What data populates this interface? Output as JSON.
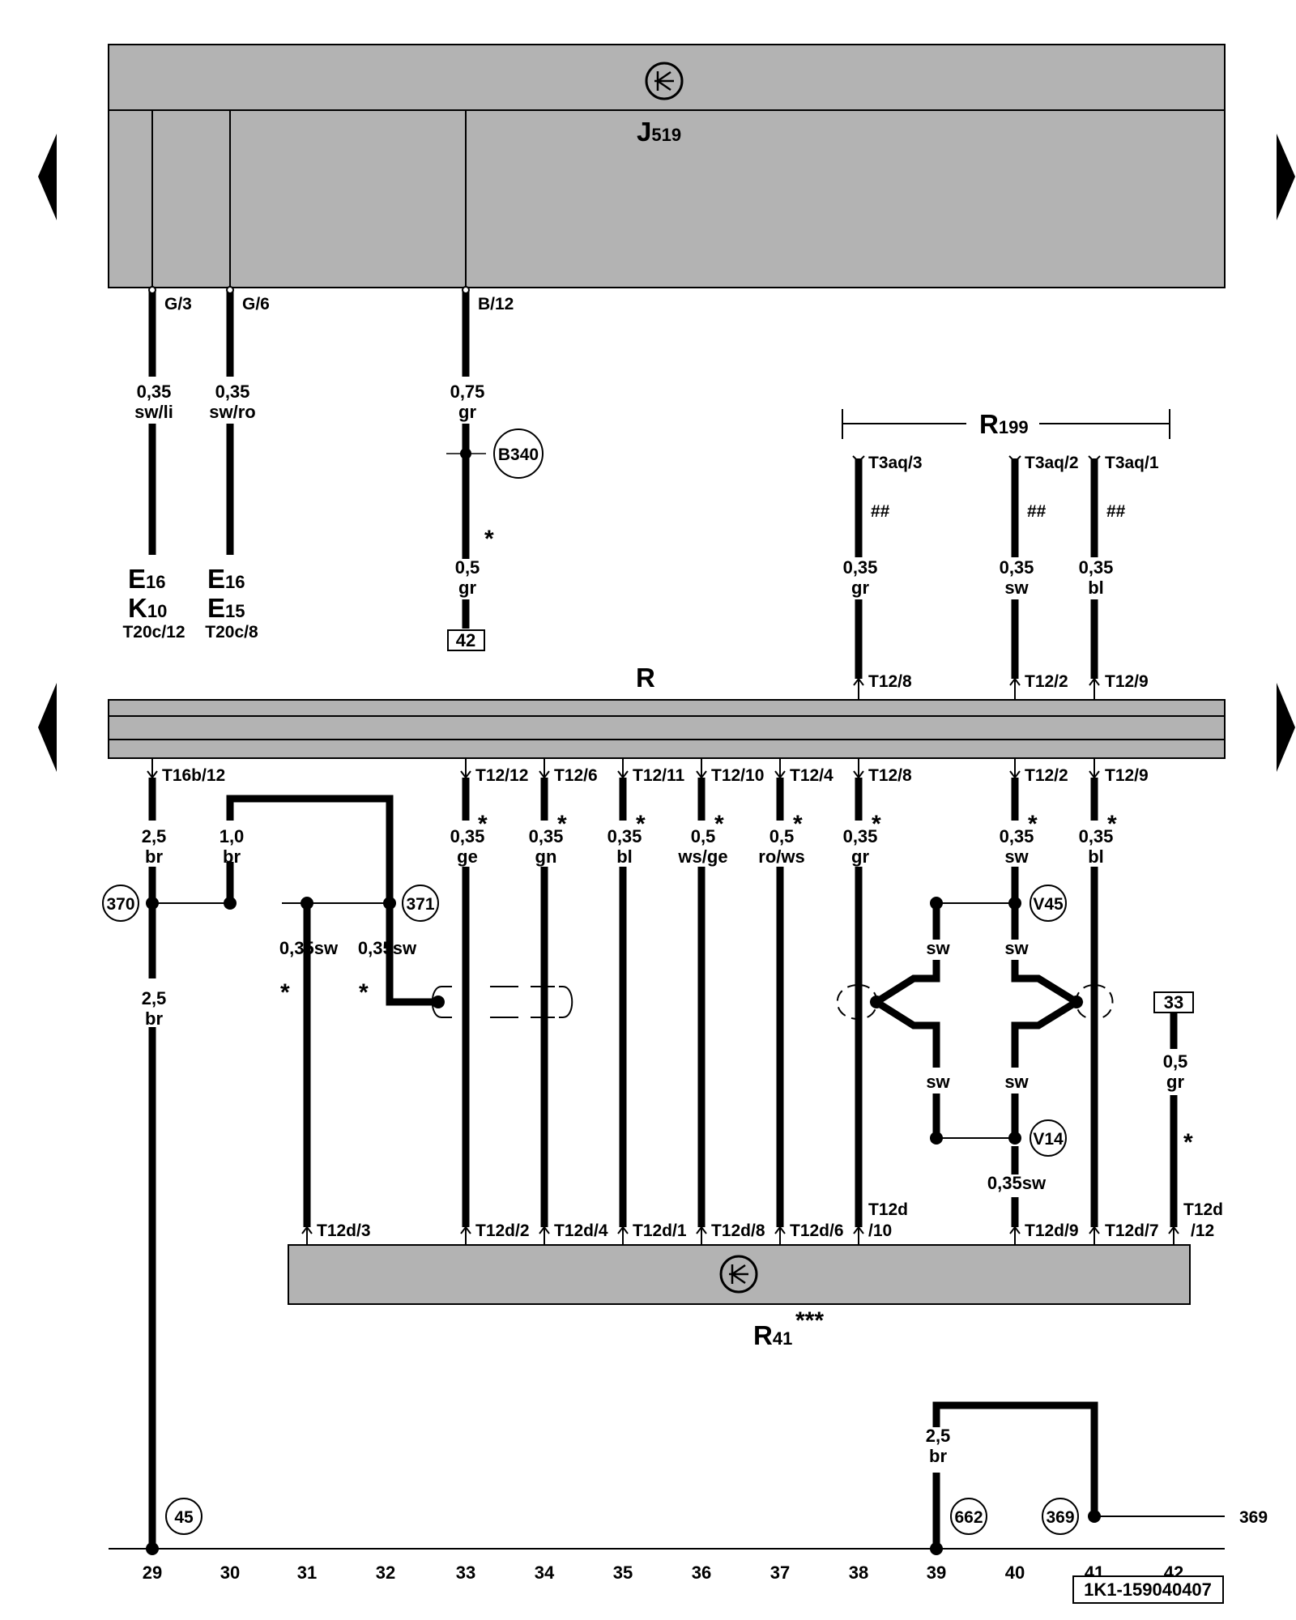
{
  "components": {
    "j519": {
      "letter": "J",
      "num": "519"
    },
    "r199": {
      "letter": "R",
      "num": "199"
    },
    "r": "R",
    "r41": {
      "letter": "R",
      "num": "41",
      "sup": "***"
    }
  },
  "pins": {
    "g3": "G/3",
    "g6": "G/6",
    "b12": "B/12",
    "t3aq3": "T3aq/3",
    "t3aq2": "T3aq/2",
    "t3aq1": "T3aq/1",
    "t12_8": "T12/8",
    "t12_2": "T12/2",
    "t12_9": "T12/9",
    "t16b12": "T16b/12",
    "t12_12": "T12/12",
    "t12_6": "T12/6",
    "t12_11": "T12/11",
    "t12_10": "T12/10",
    "t12_4": "T12/4",
    "t12_8b": "T12/8",
    "t12_2b": "T12/2",
    "t12_9b": "T12/9",
    "t12d3": "T12d/3",
    "t12d2": "T12d/2",
    "t12d4": "T12d/4",
    "t12d1": "T12d/1",
    "t12d8": "T12d/8",
    "t12d6": "T12d/6",
    "t12d10a": "T12d",
    "t12d10b": "/10",
    "t12d9": "T12d/9",
    "t12d7": "T12d/7",
    "t12d12a": "T12d",
    "t12d12b": "/12"
  },
  "wires": {
    "w29t": [
      "0,35",
      "sw/li"
    ],
    "w30t": [
      "0,35",
      "sw/ro"
    ],
    "w33t": [
      "0,75",
      "gr"
    ],
    "w33m": [
      "0,5",
      "gr"
    ],
    "w38t": [
      "0,35",
      "gr"
    ],
    "w40t": [
      "0,35",
      "sw"
    ],
    "w41t": [
      "0,35",
      "bl"
    ],
    "w29b": [
      "2,5",
      "br"
    ],
    "w30b": [
      "1,0",
      "br"
    ],
    "w33b": [
      "0,35",
      "ge"
    ],
    "w34b": [
      "0,35",
      "gn"
    ],
    "w35b": [
      "0,35",
      "bl"
    ],
    "w36b": [
      "0,5",
      "ws/ge"
    ],
    "w37b": [
      "0,5",
      "ro/ws"
    ],
    "w38b": [
      "0,35",
      "gr"
    ],
    "w40b": [
      "0,35",
      "sw"
    ],
    "w41b": [
      "0,35",
      "bl"
    ],
    "w29c": [
      "2,5",
      "br"
    ],
    "w31": "0,35sw",
    "w32": "0,35sw",
    "w42": [
      "0,5",
      "gr"
    ],
    "w39": [
      "2,5",
      "br"
    ],
    "w40v": "0,35sw",
    "sw": "sw"
  },
  "targets": {
    "e16a": {
      "letter": "E",
      "num": "16"
    },
    "k10": {
      "letter": "K",
      "num": "10"
    },
    "t20c12": "T20c/12",
    "e16b": {
      "letter": "E",
      "num": "16"
    },
    "e15": {
      "letter": "E",
      "num": "15"
    },
    "t20c8": "T20c/8"
  },
  "nodes": {
    "b340": "B340",
    "n370": "370",
    "n371": "371",
    "v45": "V45",
    "v14": "V14",
    "n45": "45",
    "n662": "662",
    "n369": "369",
    "ref369": "369"
  },
  "boxes": {
    "b42": "42",
    "b33": "33"
  },
  "marks": {
    "hash": "##",
    "star": "*"
  },
  "columns": [
    "29",
    "30",
    "31",
    "32",
    "33",
    "34",
    "35",
    "36",
    "37",
    "38",
    "39",
    "40",
    "41",
    "42"
  ],
  "footer_ref": "1K1-159040407"
}
